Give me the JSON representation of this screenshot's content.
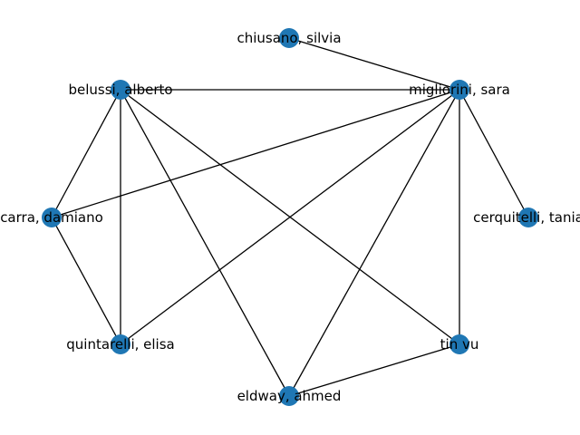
{
  "graph": {
    "node_color": "#1f77b4",
    "edge_color": "#000000",
    "nodes": [
      {
        "id": "chiusano",
        "label": "chiusano, silvia"
      },
      {
        "id": "belussi",
        "label": "belussi, alberto"
      },
      {
        "id": "migliorini",
        "label": "migliorini, sara"
      },
      {
        "id": "carra",
        "label": "carra, damiano"
      },
      {
        "id": "cerquitelli",
        "label": "cerquitelli, tania"
      },
      {
        "id": "quintarelli",
        "label": "quintarelli, elisa"
      },
      {
        "id": "tinvu",
        "label": "tin vu"
      },
      {
        "id": "eldway",
        "label": "eldway, ahmed"
      }
    ],
    "edges": [
      [
        "chiusano",
        "migliorini"
      ],
      [
        "belussi",
        "migliorini"
      ],
      [
        "belussi",
        "carra"
      ],
      [
        "belussi",
        "quintarelli"
      ],
      [
        "belussi",
        "eldway"
      ],
      [
        "belussi",
        "tinvu"
      ],
      [
        "migliorini",
        "carra"
      ],
      [
        "migliorini",
        "quintarelli"
      ],
      [
        "migliorini",
        "eldway"
      ],
      [
        "migliorini",
        "tinvu"
      ],
      [
        "migliorini",
        "cerquitelli"
      ],
      [
        "carra",
        "quintarelli"
      ],
      [
        "tinvu",
        "eldway"
      ]
    ]
  }
}
